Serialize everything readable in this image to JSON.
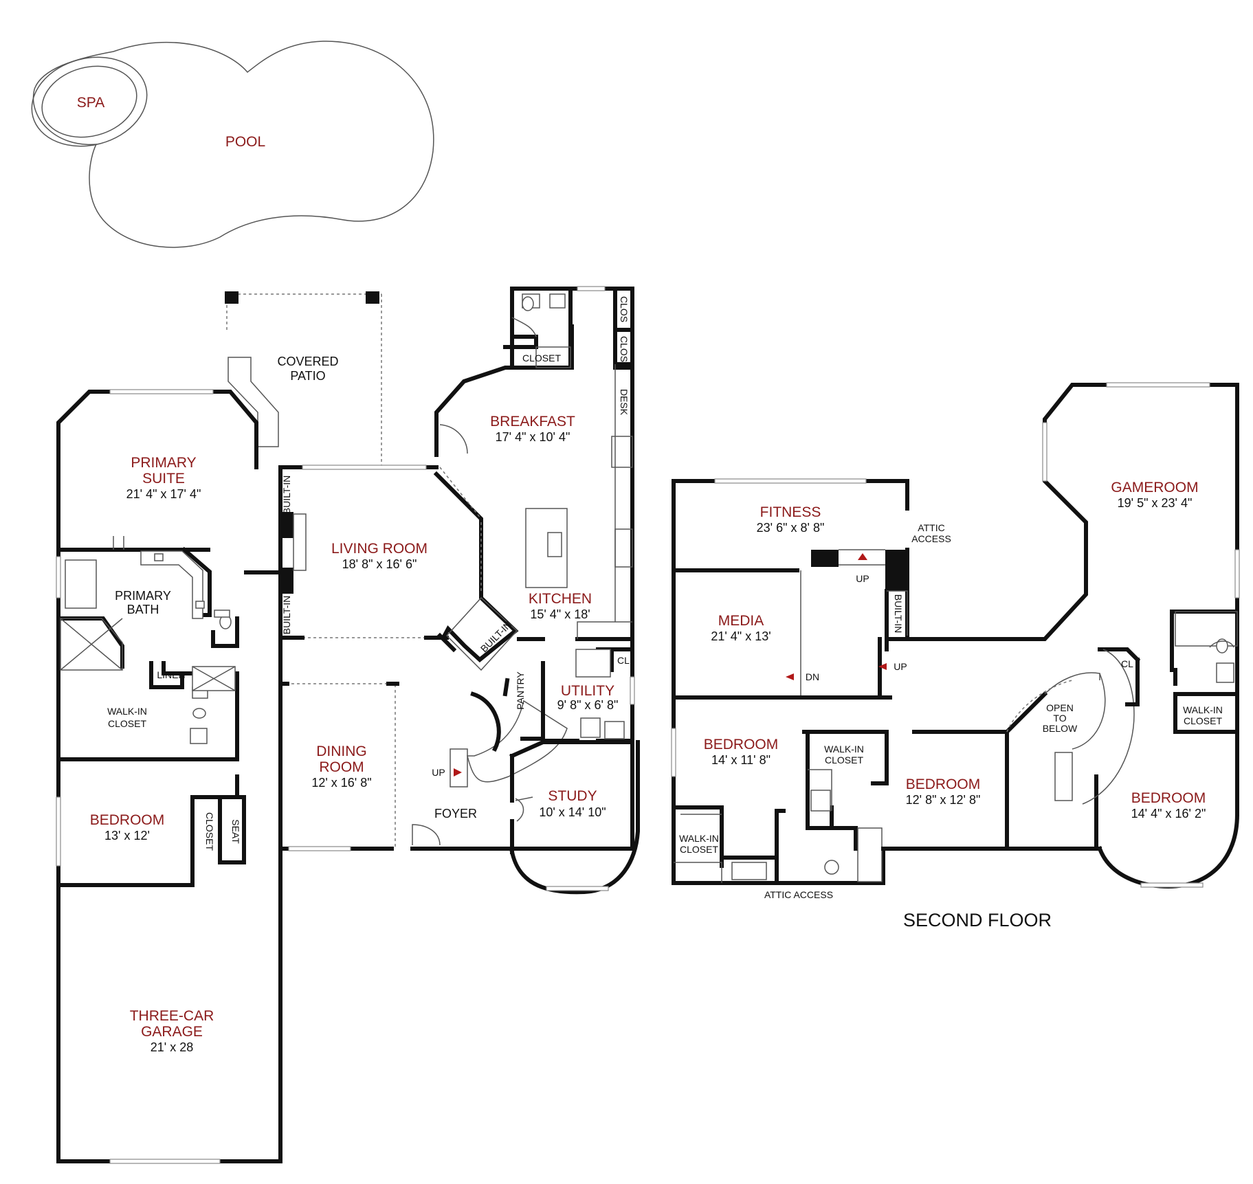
{
  "outdoor": {
    "spa": "SPA",
    "pool": "POOL",
    "covered_patio": [
      "COVERED",
      "PATIO"
    ]
  },
  "first_floor": {
    "primary_suite": {
      "name": [
        "PRIMARY",
        "SUITE"
      ],
      "dims": "21' 4\" x 17' 4\""
    },
    "primary_bath": {
      "name": [
        "PRIMARY",
        "BATH"
      ]
    },
    "walk_in_closet": {
      "name": [
        "WALK-IN",
        "CLOSET"
      ]
    },
    "linen": "LINEN",
    "bedroom": {
      "name": "BEDROOM",
      "dims": "13' x 12'"
    },
    "closet_vertical": "CLOSET",
    "seat": "SEAT",
    "garage": {
      "name": [
        "THREE-CAR",
        "GARAGE"
      ],
      "dims": "21' x 28"
    },
    "built_in_top": "BUILT-IN",
    "built_in_bottom": "BUILT-IN",
    "living_room": {
      "name": "LIVING ROOM",
      "dims": "18' 8\" x 16' 6\""
    },
    "dining_room": {
      "name": [
        "DINING",
        "ROOM"
      ],
      "dims": "12' x 16' 8\""
    },
    "breakfast": {
      "name": "BREAKFAST",
      "dims": "17' 4\" x 10' 4\""
    },
    "closet": "CLOSET",
    "clos_1": "CLOS",
    "clos_2": "CLOS",
    "desk": "DESK",
    "kitchen": {
      "name": "KITCHEN",
      "dims": "15' 4\" x 18'"
    },
    "built_in_kitchen": "BUILT-IN",
    "pantry": "PANTRY",
    "cl": "CL",
    "utility": {
      "name": "UTILITY",
      "dims": "9' 8\" x 6' 8\""
    },
    "up": "UP",
    "foyer": "FOYER",
    "study": {
      "name": "STUDY",
      "dims": "10' x 14' 10\""
    }
  },
  "second_floor": {
    "label": "SECOND FLOOR",
    "fitness": {
      "name": "FITNESS",
      "dims": "23' 6\" x 8' 8\""
    },
    "attic_access_top": [
      "ATTIC",
      "ACCESS"
    ],
    "media": {
      "name": "MEDIA",
      "dims": "21' 4\" x 13'"
    },
    "up_1": "UP",
    "up_2": "UP",
    "dn": "DN",
    "built_in": "BUILT-IN",
    "gameroom": {
      "name": "GAMEROOM",
      "dims": "19' 5\" x 23' 4\""
    },
    "cl": "CL",
    "open_to_below": [
      "OPEN",
      "TO",
      "BELOW"
    ],
    "walk_in_closet_right": [
      "WALK-IN",
      "CLOSET"
    ],
    "bedroom_left": {
      "name": "BEDROOM",
      "dims": "14' x 11' 8\""
    },
    "walk_in_closet_mid": [
      "WALK-IN",
      "CLOSET"
    ],
    "bedroom_mid": {
      "name": "BEDROOM",
      "dims": "12' 8\" x 12' 8\""
    },
    "bedroom_right": {
      "name": "BEDROOM",
      "dims": "14' 4\" x 16' 2\""
    },
    "walk_in_closet_left": [
      "WALK-IN",
      "CLOSET"
    ],
    "attic_access_bottom": "ATTIC ACCESS"
  },
  "colors": {
    "room_name": "#8b1a1a",
    "walls": "#111111",
    "arrow": "#b01818"
  }
}
